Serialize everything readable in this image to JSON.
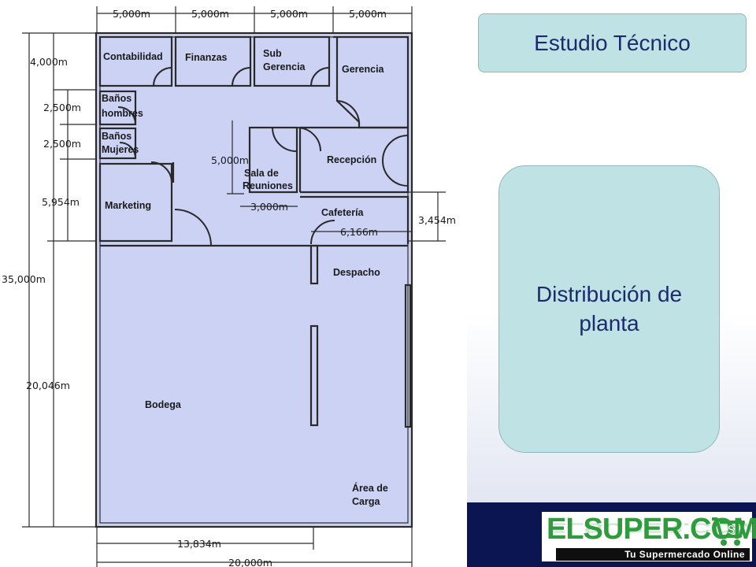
{
  "slide": {
    "title": "Estudio Técnico",
    "content": "Distribución de planta"
  },
  "floor_plan": {
    "rooms": {
      "contabilidad": "Contabilidad",
      "finanzas": "Finanzas",
      "sub_gerencia_1": "Sub",
      "sub_gerencia_2": "Gerencia",
      "gerencia": "Gerencia",
      "banos_hombres_1": "Baños",
      "banos_hombres_2": "hombres",
      "banos_mujeres_1": "Baños",
      "banos_mujeres_2": "Mujeres",
      "sala_1": "Sala de",
      "sala_2": "Reuniones",
      "recepcion": "Recepción",
      "marketing": "Marketing",
      "cafeteria": "Cafetería",
      "despacho": "Despacho",
      "bodega": "Bodega",
      "area_carga_1": "Área de",
      "area_carga_2": "Carga"
    },
    "dimensions": {
      "top_1": "5,000m",
      "top_2": "5,000m",
      "top_3": "5,000m",
      "top_4": "5,000m",
      "left_1": "4,000m",
      "left_2": "2,500m",
      "left_3": "2,500m",
      "left_4": "5,954m",
      "left_total": "35,000m",
      "left_5": "20,046m",
      "sala_height": "5,000m",
      "sala_width": "3,000m",
      "cafeteria_height": "3,454m",
      "cafeteria_width": "6,166m",
      "bottom_1": "13,834m",
      "bottom_total": "20,000m"
    }
  },
  "logo": {
    "wordmark": "ELSUPER.COM",
    "tagline": "Tu Supermercado Online"
  },
  "colors": {
    "floor_fill": "#ccd2f4",
    "title_box": "#bfe2e4",
    "text_navy": "#1e2a6e",
    "band": "#0b1552",
    "logo_green": "#2e9c3c"
  }
}
